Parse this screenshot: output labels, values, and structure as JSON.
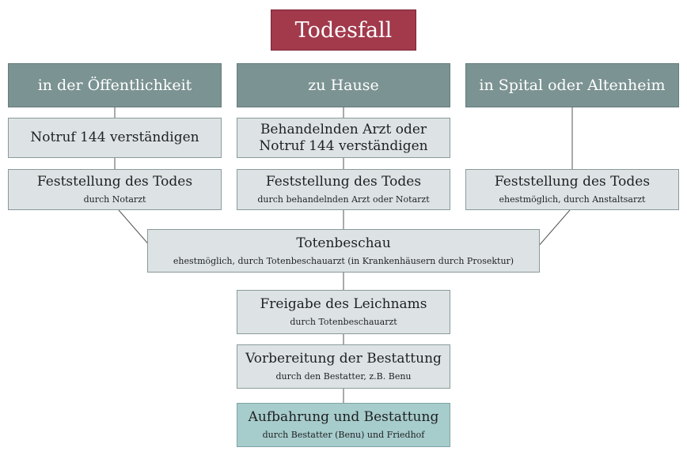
{
  "title": "Todesfall",
  "columns": [
    {
      "heading": "in der Öffentlichkeit",
      "notify": "Notruf 144 verständigen",
      "determination": {
        "main": "Feststellung des Todes",
        "sub": "durch Notarzt"
      }
    },
    {
      "heading": "zu Hause",
      "notify_line1": "Behandelnden Arzt oder",
      "notify_line2": "Notruf 144 verständigen",
      "determination": {
        "main": "Feststellung des Todes",
        "sub": "durch behandelnden Arzt oder Notarzt"
      }
    },
    {
      "heading": "in Spital oder Altenheim",
      "determination": {
        "main": "Feststellung des Todes",
        "sub": "ehestmöglich, durch Anstaltsarzt"
      }
    }
  ],
  "steps": [
    {
      "main": "Totenbeschau",
      "sub": "ehestmöglich, durch Totenbeschauarzt (in Krankenhäusern durch Prosektur)"
    },
    {
      "main": "Freigabe des Leichnams",
      "sub": "durch Totenbeschauarzt"
    },
    {
      "main": "Vorbereitung der Bestattung",
      "sub": "durch den Bestatter, z.B. Benu"
    },
    {
      "main": "Aufbahrung und Bestattung",
      "sub": "durch Bestatter (Benu) und Friedhof"
    }
  ],
  "colors": {
    "title_bg": "#a23a4c",
    "heading_bg": "#7b9392",
    "step_bg": "#dde3e4",
    "final_bg": "#a7cccc",
    "connector": "#555555"
  }
}
